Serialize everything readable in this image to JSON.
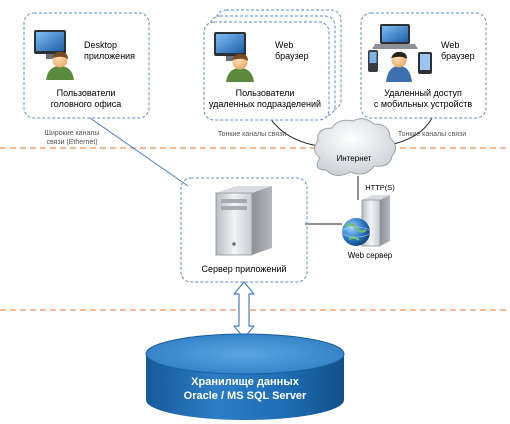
{
  "groups": {
    "head_office": {
      "app_label_1": "Desktop",
      "app_label_2": "приложения",
      "users_label_1": "Пользователи",
      "users_label_2": "головного офиса"
    },
    "remote_branches": {
      "app_label_1": "Web",
      "app_label_2": "браузер",
      "users_label_1": "Пользователи",
      "users_label_2": "удаленных подразделений"
    },
    "mobile": {
      "app_label_1": "Web",
      "app_label_2": "браузер",
      "users_label_1": "Удаленный доступ",
      "users_label_2": "с мобильных устройств"
    }
  },
  "links": {
    "wide_1": "Широкие каналы",
    "wide_2": "связи (Ethernet)",
    "thin_left": "Тонкие каналы связи",
    "thin_right": "Тонкие каналы связи",
    "https": "HTTP(S)"
  },
  "nodes": {
    "internet": "Интернет",
    "app_server": "Сервер приложений",
    "web_server": "Web сервер"
  },
  "storage": {
    "line_1": "Хранилище данных",
    "line_2": "Oracle / MS SQL Server"
  },
  "colors": {
    "group_border": "#5b8fc9",
    "divider": "#e8955a",
    "link_line": "#4a7fc0",
    "db_blue": "#1f6fb8",
    "db_top": "#4d97d6"
  }
}
